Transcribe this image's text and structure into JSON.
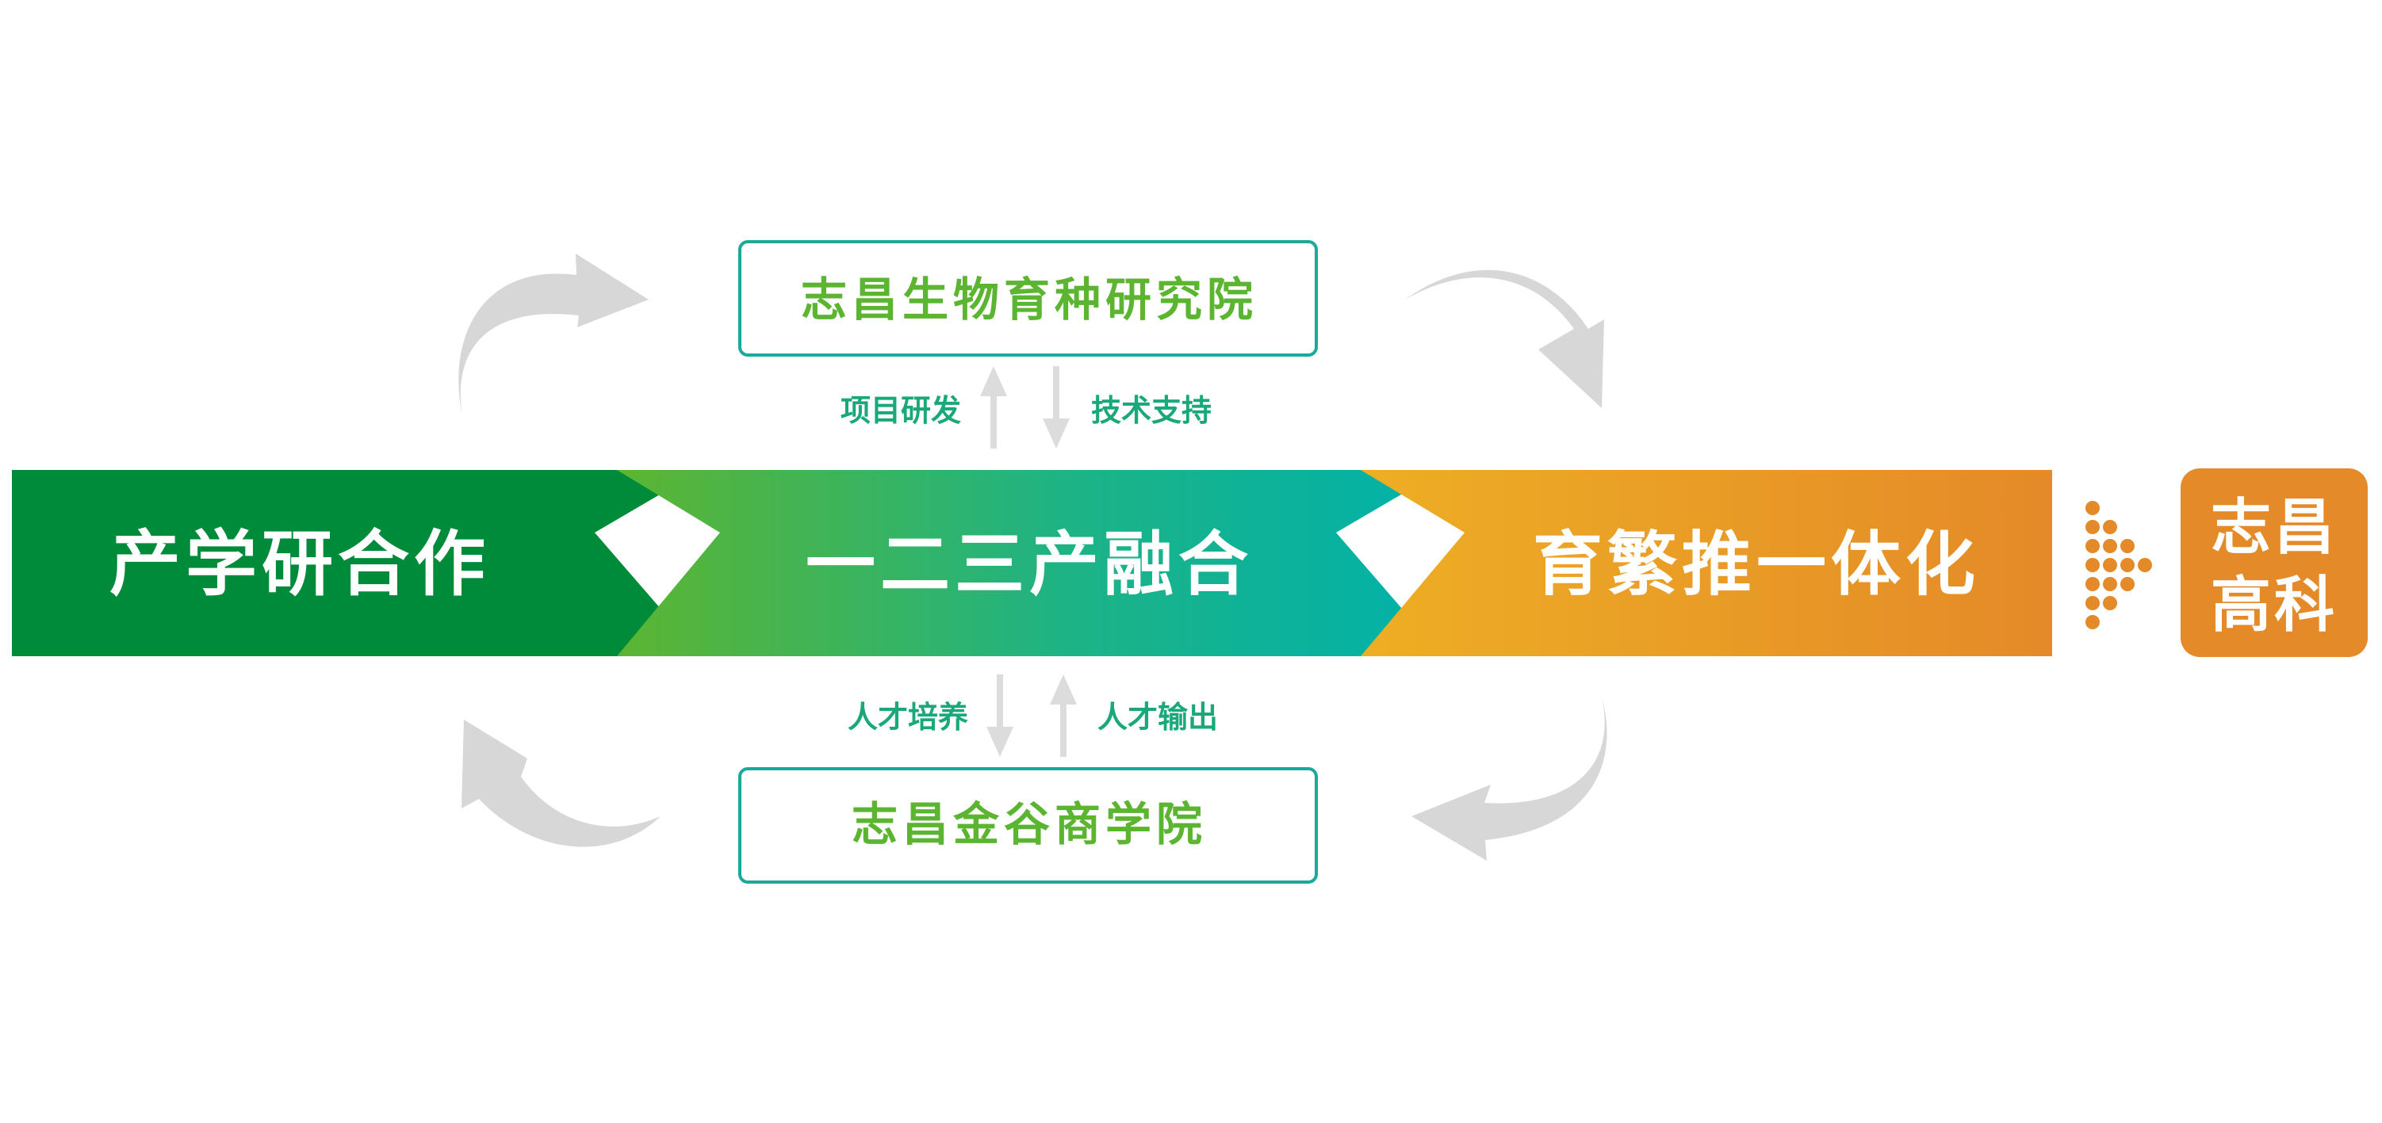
{
  "institutes": {
    "research": "志昌生物育种研究院",
    "business_school": "志昌金谷商学院"
  },
  "flows": {
    "project_rd": "项目研发",
    "tech_support": "技术支持",
    "talent_cultivation": "人才培养",
    "talent_output": "人才输出"
  },
  "bands": {
    "industry_academia": "产学研合作",
    "three_industry_fusion": "一二三产融合",
    "breeding_integration": "育繁推一体化"
  },
  "brand": {
    "line1": "志昌",
    "line2": "高科"
  },
  "colors": {
    "dark_green": "#008b3a",
    "gradient_green": "#5cb531",
    "teal": "#00b2a9",
    "orange_light": "#eeae24",
    "orange": "#e48a28",
    "box_border": "#1aa99b",
    "cycle_arrow": "#d7d7d7",
    "flow_arrow": "#dcdcdc"
  },
  "icons": {
    "cycle": [
      "curved-arrow-icon",
      "curved-arrow-icon",
      "curved-arrow-icon",
      "curved-arrow-icon"
    ],
    "pointer": "dotted-triangle-arrow-icon"
  }
}
